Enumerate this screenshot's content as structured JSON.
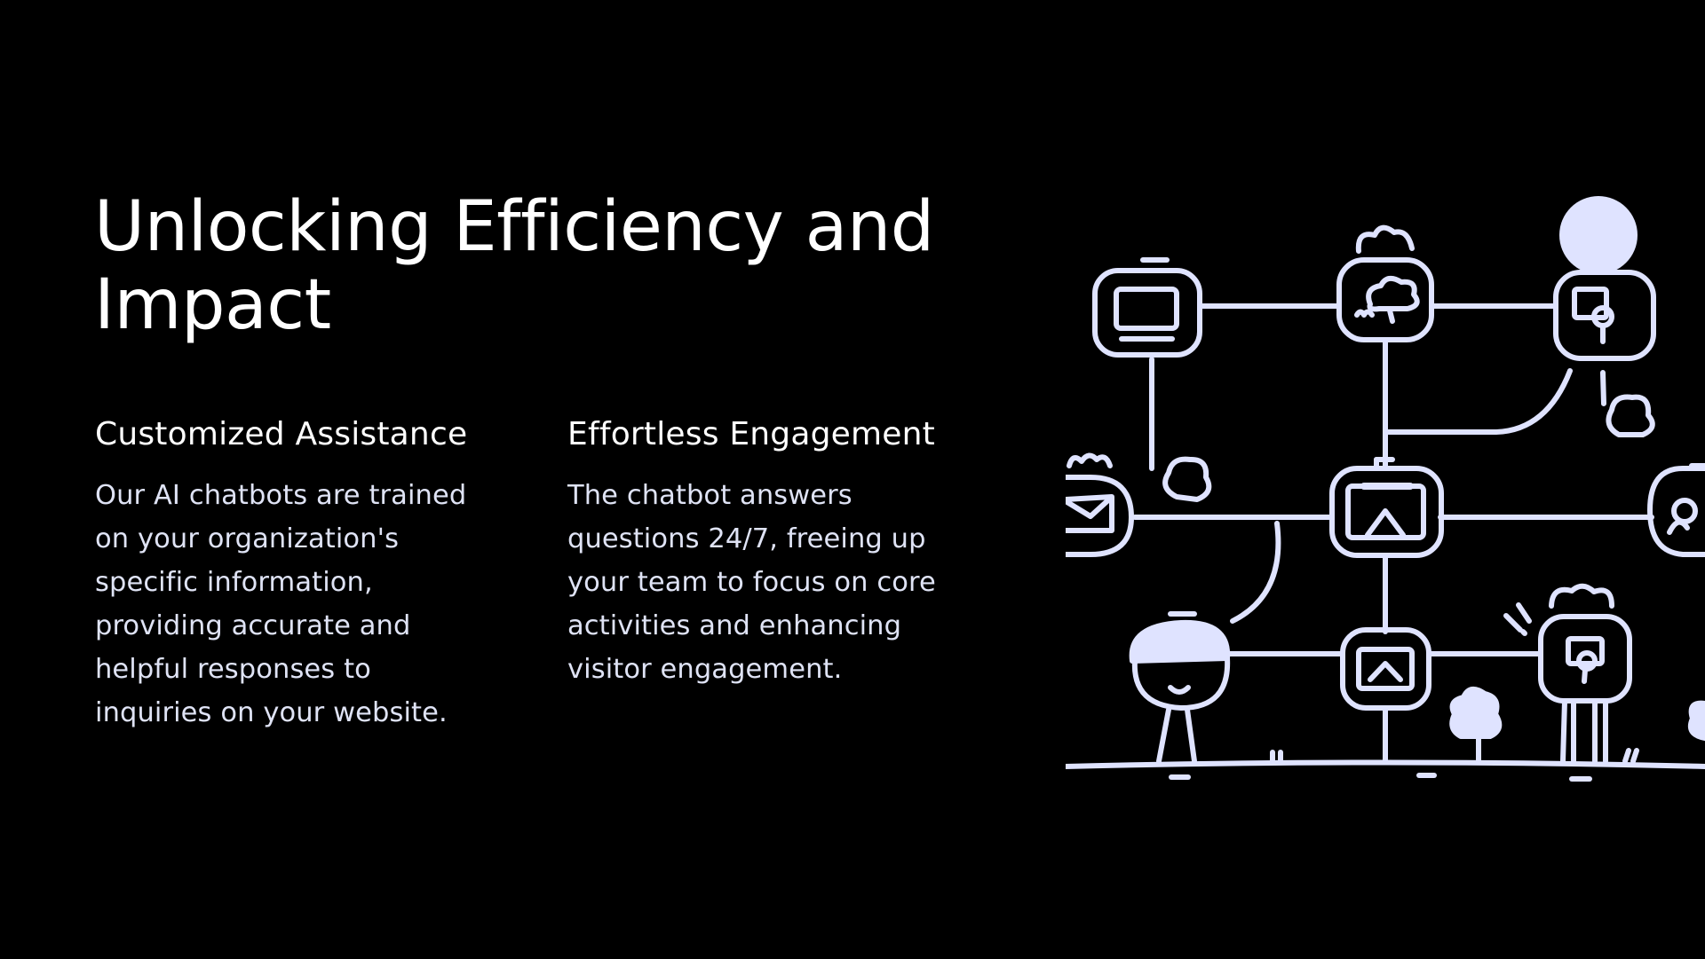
{
  "slide": {
    "title": "Unlocking Efficiency and Impact",
    "columns": [
      {
        "heading": "Customized Assistance",
        "body": "Our AI chatbots are trained on your organization's specific information, providing accurate and helpful responses to inquiries on your website."
      },
      {
        "heading": "Effortless Engagement",
        "body": "The chatbot answers questions 24/7, freeing up your team to focus on core activities and enhancing visitor engagement."
      }
    ]
  },
  "colors": {
    "background": "#000000",
    "text": "#ffffff",
    "body_text": "#dfe3f5",
    "illustration_stroke": "#dfe3ff"
  },
  "illustration": {
    "icons": [
      "computer-icon",
      "cloud-icon",
      "profile-icon",
      "mail-icon",
      "app-window-icon",
      "user-icon",
      "chevron-up-icon",
      "search-icon",
      "tree-icon"
    ]
  }
}
